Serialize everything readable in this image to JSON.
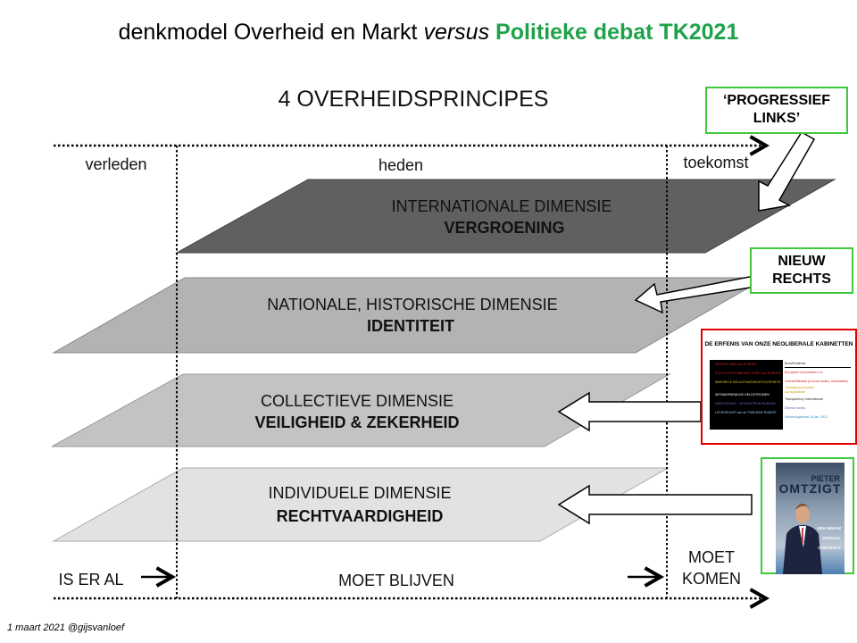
{
  "title": {
    "part1": "denkmodel Overheid en Markt ",
    "part2": "versus",
    "part3": " Politieke debat TK2021"
  },
  "subtitle": "4 OVERHEIDSPRINCIPES",
  "timeline": {
    "past": "verleden",
    "present": "heden",
    "future": "toekomst"
  },
  "layers": [
    {
      "line1": "INTERNATIONALE DIMENSIE",
      "line2": "VERGROENING",
      "color": "#606060"
    },
    {
      "line1": "NATIONALE, HISTORISCHE DIMENSIE",
      "line2": "IDENTITEIT",
      "color": "#b3b3b3"
    },
    {
      "line1": "COLLECTIEVE  DIMENSIE",
      "line2": "VEILIGHEID & ZEKERHEID",
      "color": "#c3c3c3"
    },
    {
      "line1": "INDIVIDUELE  DIMENSIE",
      "line2": "RECHTVAARDIGHEID",
      "color": "#e2e2e2"
    }
  ],
  "bottom": {
    "exists": "IS ER AL",
    "must_stay": "MOET BLIJVEN",
    "must_come_1": "MOET",
    "must_come_2": "KOMEN"
  },
  "callouts": {
    "progressive_left_1": "‘PROGRESSIEF",
    "progressive_left_2": "LINKS’",
    "new_right_1": "NIEUW",
    "new_right_2": "RECHTS"
  },
  "thumbnail": {
    "title": "DE ERFENIS VAN ONZE NEOLIBERALE KABINETTEN",
    "header_right": "Bron/Evidence",
    "left_items": [
      "ZIEKSTE MAN van EUROPA",
      "SLECHTSTE PUBLIEKE ZORG van EUROPA",
      "IMMORELE BELASTINGDIENST/OVERHEID",
      "WITWASPARADIJS  GELDSTROMEN",
      "NARCOSTAAT – EPICENTRUM EUROPA",
      "UITVERKOOP van de PUBLIEKE RUIMTE"
    ],
    "right_items": [
      "European Commission e.a.",
      "Oversterftedata (Corona doden, vaccinaties)",
      "Toeslagenschandaal",
      "Aardgasaffaire",
      "Transparency International",
      "Diverse media",
      "Verkiezingsdebat 14 jan. 2021"
    ]
  },
  "book": {
    "author_first": "PIETER",
    "author_last": "OMTZIGT",
    "subtitle": [
      "EEN NIEUW",
      "SOCIAAL",
      "CONTRACT"
    ]
  },
  "footer": "1 maart 2021 @gijsvanloef"
}
